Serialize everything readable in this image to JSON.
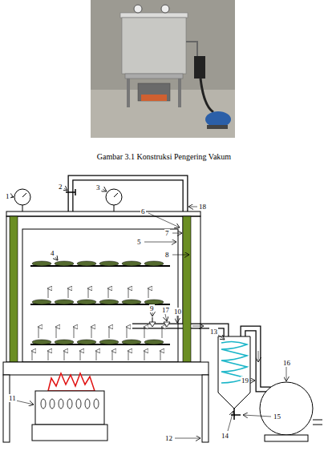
{
  "diagram": {
    "caption": "Gambar 3.1 Konstruksi Pengering Vakum",
    "labels": [
      "1",
      "2",
      "3",
      "18",
      "6",
      "5",
      "7",
      "8",
      "4",
      "9",
      "17",
      "10",
      "13",
      "16",
      "19",
      "11",
      "12",
      "15",
      "14"
    ]
  }
}
